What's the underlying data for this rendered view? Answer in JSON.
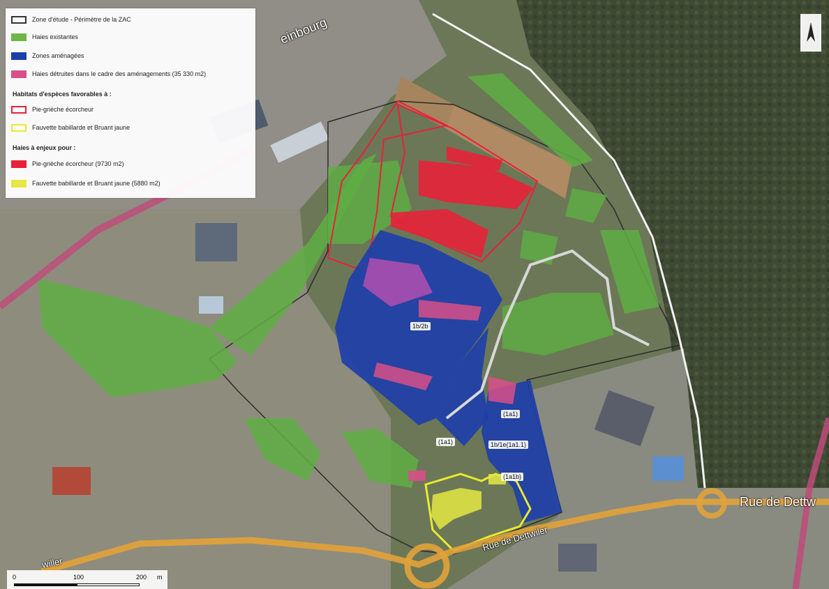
{
  "legend": {
    "study_zone": "Zone d'étude - Périmètre de la ZAC",
    "existing_hedges": "Haies existantes",
    "developed_zones": "Zones aménagées",
    "destroyed_hedges": "Haies détruites dans le cadre des aménagements (35 330 m2)",
    "habitats_header": "Habitats d'espèces favorables à :",
    "habitat_shrike": "Pie-grièche écorcheur",
    "habitat_warbler": "Fauvette babillarde et Bruant jaune",
    "stakes_header": "Haies à enjeux pour :",
    "stake_shrike": "Pie-grièche écorcheur (9730 m2)",
    "stake_warbler": "Fauvette babillarde et Bruant jaune (5880 m2)"
  },
  "colors": {
    "study_zone": "#333333",
    "existing_hedges": "#6fb54a",
    "developed_zones": "#1e3fa8",
    "destroyed_hedges": "#d94f8a",
    "habitat_shrike": "#e8213a",
    "habitat_warbler": "#e8ea2e",
    "stake_shrike": "#e8213a",
    "stake_warbler": "#e3e842"
  },
  "roads": {
    "north": "einbourg",
    "south": "Rue de Dettwiler",
    "east": "Rue de Dettw",
    "west": "willer"
  },
  "zone_labels": [
    "1b/2b",
    "(1a1)",
    "(1a1)",
    "1b/1e(1a1.1)",
    "(1a1b)"
  ],
  "scale": {
    "l0": "0",
    "l1": "100",
    "l2": "200",
    "unit": "m"
  },
  "icons": {
    "compass": "north-arrow-icon"
  }
}
